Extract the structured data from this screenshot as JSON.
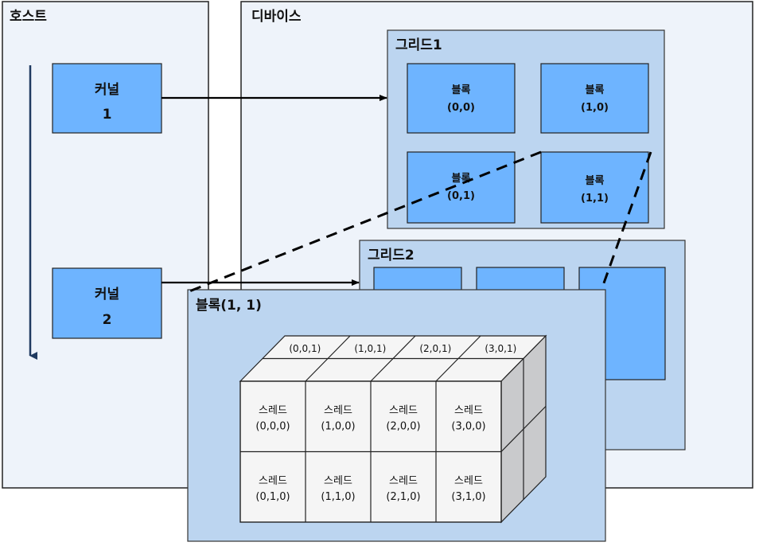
{
  "host": {
    "title": "호스트",
    "kernels": [
      {
        "line1": "커널",
        "line2": "1"
      },
      {
        "line1": "커널",
        "line2": "2"
      }
    ]
  },
  "device": {
    "title": "디바이스",
    "grid1": {
      "title": "그리드1",
      "blocks": [
        {
          "line1": "블록",
          "line2": "(0,0)"
        },
        {
          "line1": "블록",
          "line2": "(1,0)"
        },
        {
          "line1": "블록",
          "line2": "(0,1)"
        },
        {
          "line1": "블록",
          "line2": "(1,1)"
        }
      ]
    },
    "grid2": {
      "title": "그리드2"
    }
  },
  "block_detail": {
    "title": "블록(1, 1)",
    "top_labels": [
      "(0,0,1)",
      "(1,0,1)",
      "(2,0,1)",
      "(3,0,1)"
    ],
    "threads": [
      {
        "line1": "스레드",
        "line2": "(0,0,0)"
      },
      {
        "line1": "스레드",
        "line2": "(1,0,0)"
      },
      {
        "line1": "스레드",
        "line2": "(2,0,0)"
      },
      {
        "line1": "스레드",
        "line2": "(3,0,0)"
      },
      {
        "line1": "스레드",
        "line2": "(0,1,0)"
      },
      {
        "line1": "스레드",
        "line2": "(1,1,0)"
      },
      {
        "line1": "스레드",
        "line2": "(2,1,0)"
      },
      {
        "line1": "스레드",
        "line2": "(3,1,0)"
      }
    ]
  },
  "colors": {
    "panel_fill": "#eef3fa",
    "grid_fill": "#bcd5f0",
    "block_fill": "#6eb4ff",
    "cube_face": "#f5f5f5",
    "cube_side": "#c9cacc"
  }
}
